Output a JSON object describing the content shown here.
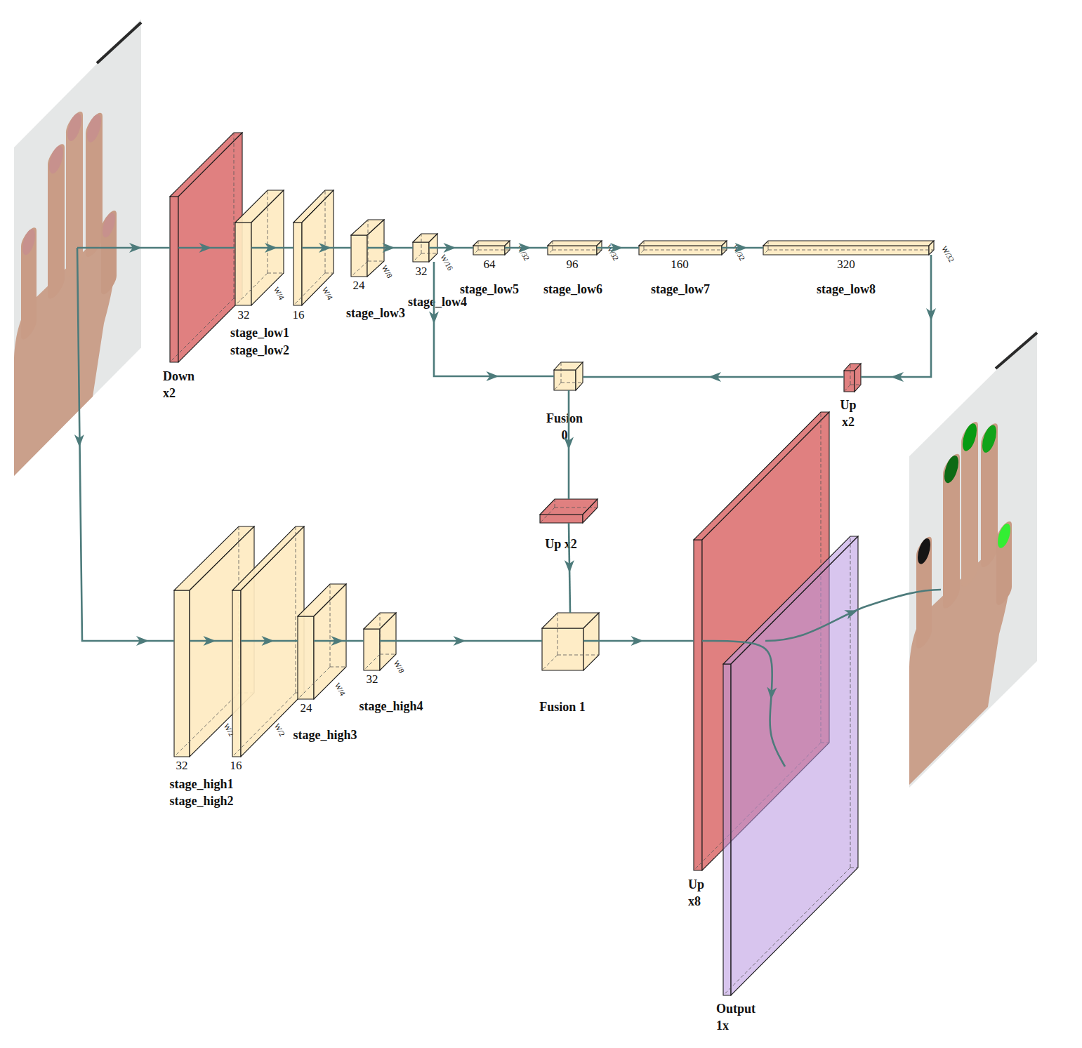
{
  "diagram": {
    "nodes": [
      {
        "text": [
          "Down x2"
        ]
      },
      {
        "text": [
          "32",
          "W/4",
          "stage_low1"
        ]
      },
      {
        "text": [
          "16",
          "W/4",
          "stage_low2"
        ]
      },
      {
        "text": [
          "24",
          "W/8",
          "stage_low3"
        ]
      },
      {
        "text": [
          "32",
          "W/16",
          "stage_low4"
        ]
      },
      {
        "text": [
          "64",
          "W/32",
          "stage_low5"
        ]
      },
      {
        "text": [
          "96",
          "W/32",
          "stage_low6"
        ]
      },
      {
        "text": [
          "160",
          "W/32",
          "stage_low7"
        ]
      },
      {
        "text": [
          "320",
          "W/32",
          "stage_low8"
        ]
      },
      {
        "text": [
          "Up x2"
        ]
      },
      {
        "text": [
          "Fusion 0"
        ]
      },
      {
        "text": [
          "Up x2"
        ]
      },
      {
        "text": [
          "32",
          "W/2",
          "stage_high1"
        ]
      },
      {
        "text": [
          "16",
          "W/2",
          "stage_high2"
        ]
      },
      {
        "text": [
          "24",
          "W/4",
          "stage_high3"
        ]
      },
      {
        "text": [
          "32",
          "W/8",
          "stage_high4"
        ]
      },
      {
        "text": [
          "Fusion 1"
        ]
      },
      {
        "text": [
          "Up x8"
        ]
      },
      {
        "text": [
          "Output 1x"
        ]
      }
    ],
    "edges": [
      {
        "from": 0,
        "to": 1,
        "arrow": "to"
      },
      {
        "from": 1,
        "to": 2,
        "arrow": "to"
      },
      {
        "from": 2,
        "to": 3,
        "arrow": "to"
      },
      {
        "from": 3,
        "to": 4,
        "arrow": "to"
      },
      {
        "from": 4,
        "to": 5,
        "arrow": "to"
      },
      {
        "from": 5,
        "to": 6,
        "arrow": "to"
      },
      {
        "from": 6,
        "to": 7,
        "arrow": "to"
      },
      {
        "from": 7,
        "to": 8,
        "arrow": "to"
      },
      {
        "from": 8,
        "to": 9,
        "arrow": "to"
      },
      {
        "from": 9,
        "to": 10,
        "arrow": "to"
      },
      {
        "from": 4,
        "to": 10,
        "arrow": "to"
      },
      {
        "from": 10,
        "to": 11,
        "arrow": "to"
      },
      {
        "from": 11,
        "to": 16,
        "arrow": "to"
      },
      {
        "from": 12,
        "to": 13,
        "arrow": "to"
      },
      {
        "from": 13,
        "to": 14,
        "arrow": "to"
      },
      {
        "from": 14,
        "to": 15,
        "arrow": "to"
      },
      {
        "from": 15,
        "to": 16,
        "arrow": "to"
      },
      {
        "from": 16,
        "to": 17,
        "arrow": "to"
      },
      {
        "from": 17,
        "to": 18,
        "arrow": "to"
      }
    ]
  }
}
